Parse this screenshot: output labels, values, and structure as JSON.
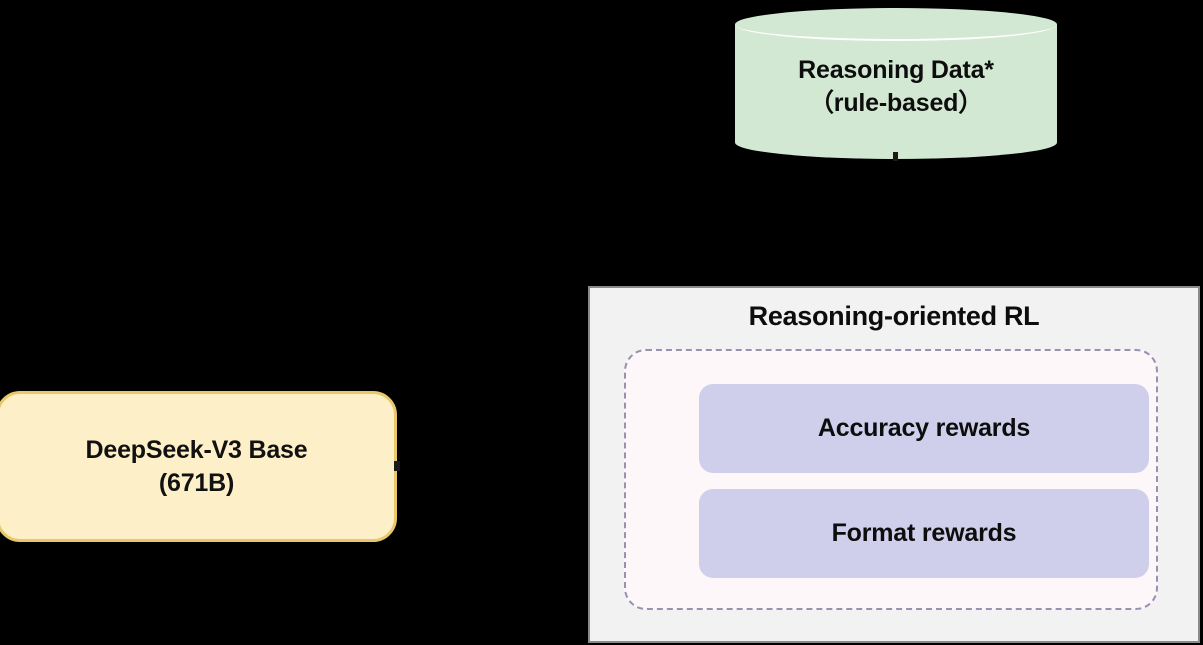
{
  "diagram": {
    "title_visible": false,
    "background_color": "#000000",
    "nodes": {
      "reasoning_data": {
        "shape": "cylinder",
        "line1": "Reasoning Data*",
        "line2": "（rule-based）",
        "fill_color": "#D3E8D2"
      },
      "base_model": {
        "shape": "rounded-rectangle",
        "line1": "DeepSeek-V3 Base",
        "line2": "(671B)",
        "fill_color": "#FDF0C9",
        "border_color": "#E8C96A"
      },
      "rl_panel": {
        "title": "Reasoning-oriented RL",
        "fill_color": "#F2F2F2",
        "border_color": "#8A8A8A",
        "inner_fill_color": "#FDF7FA",
        "inner_border_color": "#9B90B0",
        "rewards": [
          {
            "label": "Accuracy rewards",
            "fill_color": "#CFCFEC"
          },
          {
            "label": "Format rewards",
            "fill_color": "#CFCFEC"
          }
        ]
      }
    }
  }
}
